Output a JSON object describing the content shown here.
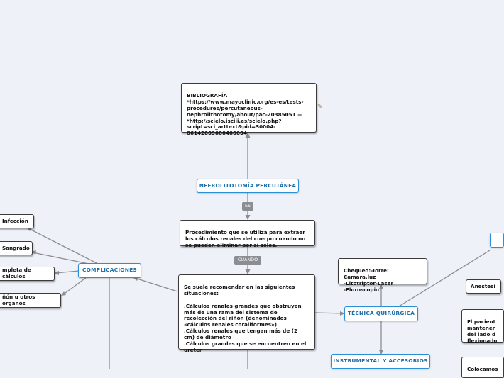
{
  "colors": {
    "background": "#eef2f8",
    "main_border": "#2a8fd6",
    "main_text": "#1d6fa8",
    "edge": "#8a8d91",
    "connector_label_bg": "#8a8d91"
  },
  "icons": {
    "attachment": "pencil-edit-icon"
  },
  "nodes": {
    "bibliografia": "BIBLIOGRAFÍA\n*https://www.mayoclinic.org/es-es/tests-procedures/percutaneous-nephrolithotomy/about/pac-20385051 --\n*http://scielo.isciii.es/scielo.php?script=sci_arttext&pid=S0004-06142009000400004",
    "root": "NEFROLITOTOMÍA PERCUTÁNEA",
    "procedimiento": "Procedimiento que se utiliza para extraer los cálculos renales del cuerpo cuando no se pueden eliminar por sí solos.",
    "cuando_detail": "Se suele recomendar en las siguientes situaciones:\n\n.Cálculos renales grandes que obstruyen más de una rama del sistema de recolección del riñón (denominados «cálculos renales coraliformes»)\n.Cálculos renales que tengan más de (2 cm) de diámetro\n.Cálculos grandes que se encuentren en el uréter",
    "complicaciones": "COMPLICACIONES",
    "infeccion": "Infección",
    "sangrado": "Sangrado",
    "calculos": "mpleta de cálculos",
    "organos": "ñón u otros órganos",
    "tecnica": "TÉCNICA QUIRÚRGICA",
    "chequeo": "Chequeo:-Torre: Camara,luz\n-Litotriptor-Laser\n-Fluroscopio",
    "instrumental": "INSTRUMENTAL Y ACCESORIOS",
    "anestesia": "Anestesi",
    "paciente": "El pacient\nmantener\ndel lado d\nflexionado",
    "colocamos": "Colocamos"
  },
  "connectors": {
    "es": "ES",
    "cuando": "CUANDO"
  }
}
